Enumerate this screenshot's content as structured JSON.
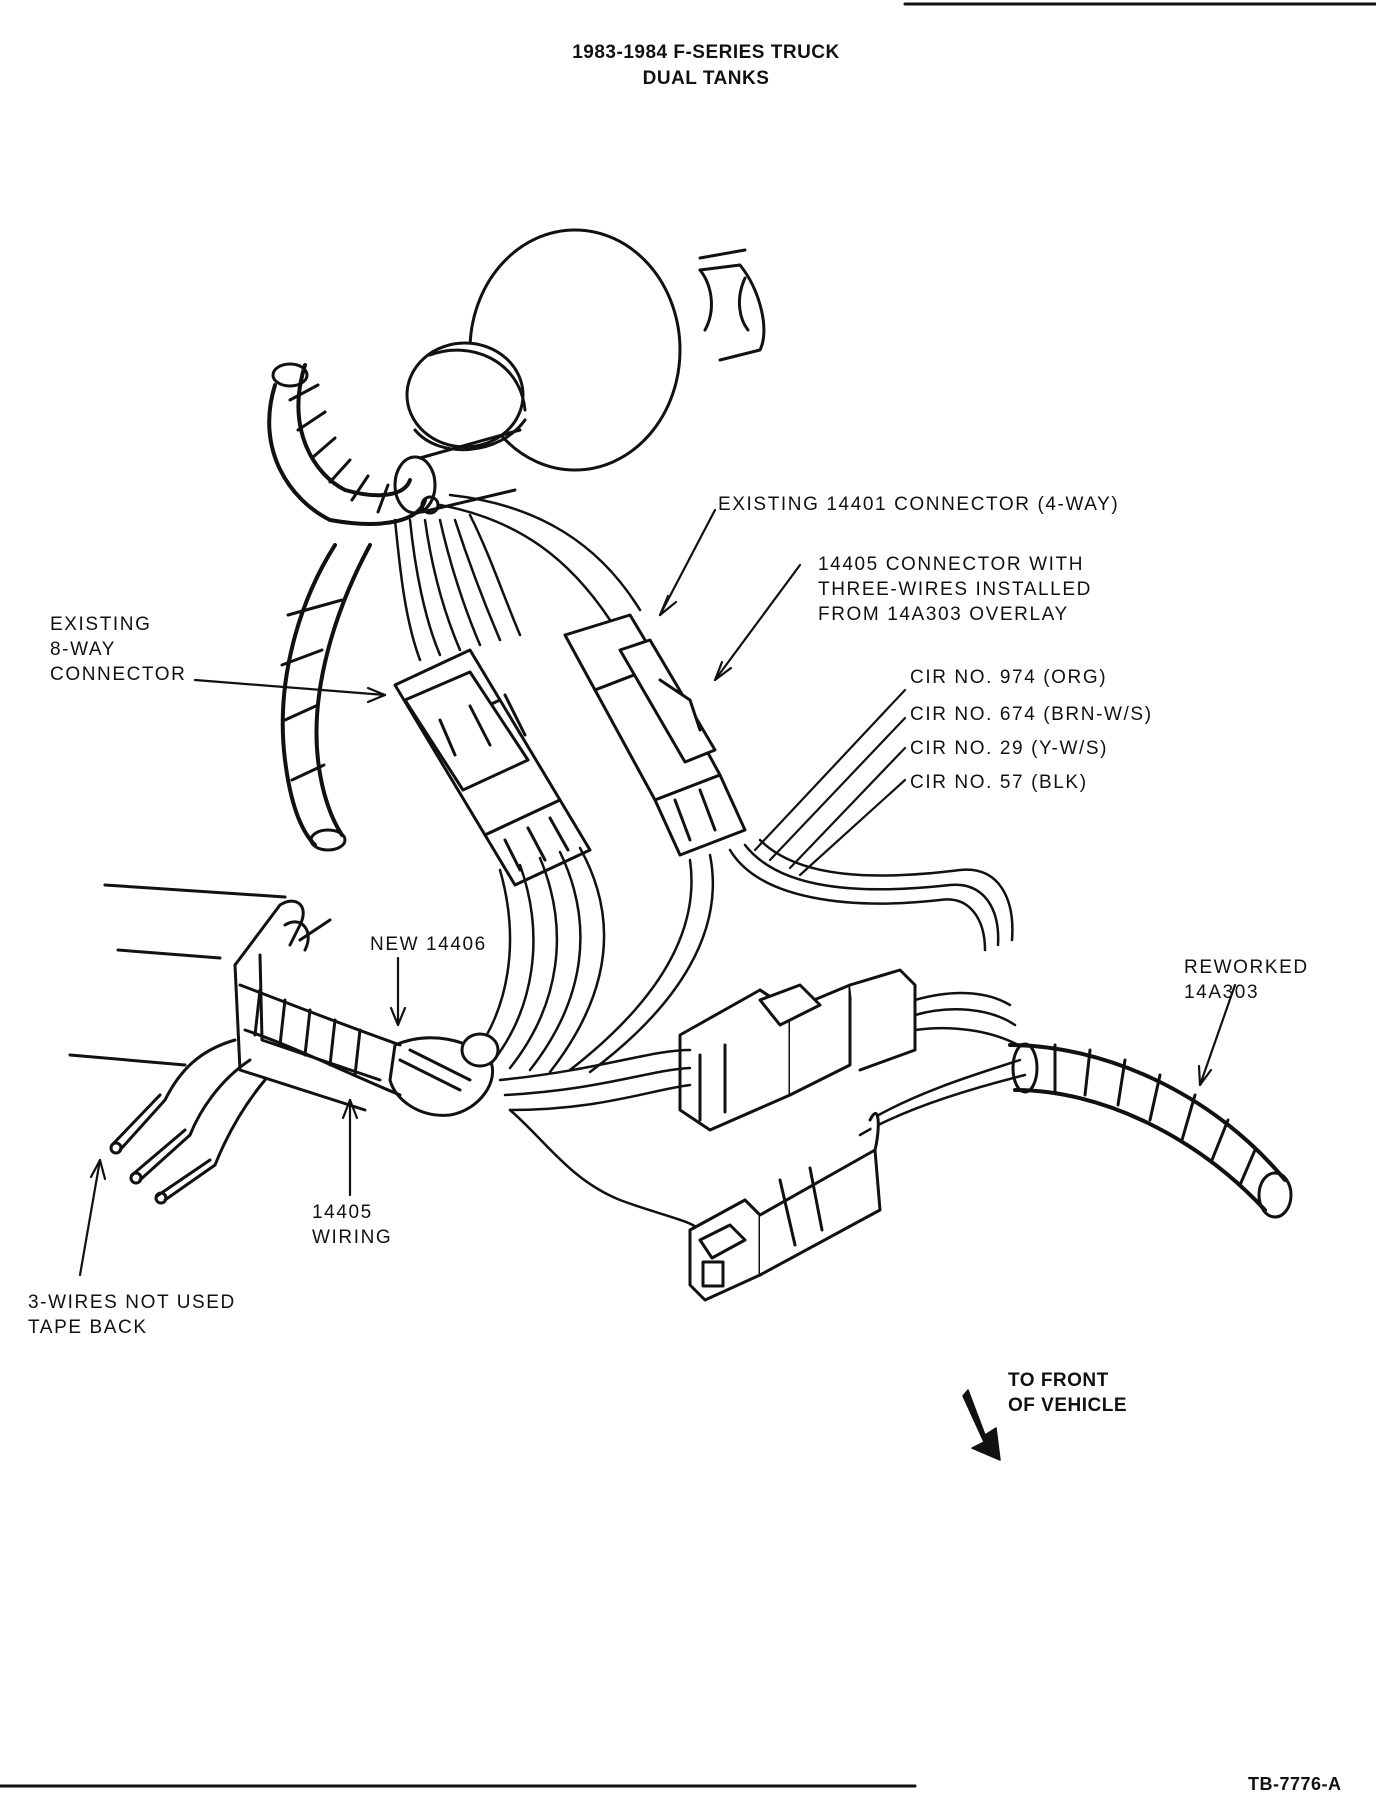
{
  "title": {
    "line1": "1983-1984 F-SERIES TRUCK",
    "line2": "DUAL TANKS"
  },
  "callouts": {
    "existing_14401": "EXISTING 14401 CONNECTOR (4-WAY)",
    "connector_14405": {
      "line1": "14405 CONNECTOR WITH",
      "line2": "THREE-WIRES INSTALLED",
      "line3": "FROM 14A303 OVERLAY"
    },
    "existing_8way": {
      "line1": "EXISTING",
      "line2": "8-WAY",
      "line3": "CONNECTOR"
    },
    "circuits": [
      {
        "label": "CIR NO. 974 (ORG)"
      },
      {
        "label": "CIR NO. 674 (BRN-W/S)"
      },
      {
        "label": "CIR NO. 29 (Y-W/S)"
      },
      {
        "label": "CIR NO. 57 (BLK)"
      }
    ],
    "new_14406": "NEW 14406",
    "reworked": {
      "line1": "REWORKED",
      "line2": "14A303"
    },
    "wiring_14405": {
      "line1": "14405",
      "line2": "WIRING"
    },
    "unused_wires": {
      "line1": "3-WIRES NOT USED",
      "line2": "TAPE BACK"
    },
    "to_front": {
      "line1": "TO FRONT",
      "line2": "OF VEHICLE"
    }
  },
  "figure_code": "TB-7776-A"
}
